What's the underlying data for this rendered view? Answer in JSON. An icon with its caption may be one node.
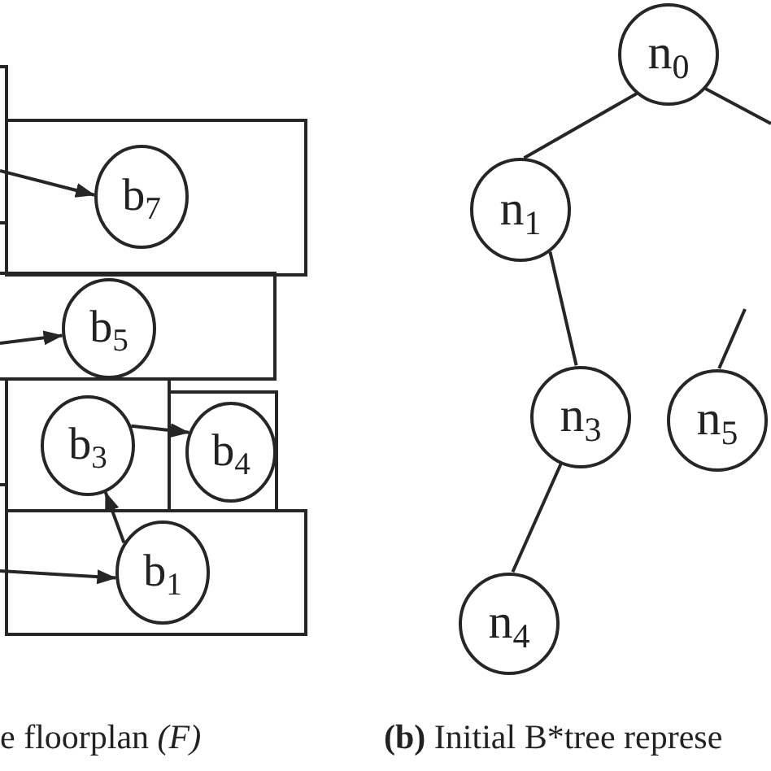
{
  "diagram": {
    "nodes": [
      {
        "text": [],
        "shape": "box"
      },
      {
        "text": [
          "b$_{7}$"
        ],
        "in": 0
      },
      {
        "text": [],
        "shape": "box"
      },
      {
        "text": [
          "b$_{5}$"
        ],
        "in": 2
      },
      {
        "text": [],
        "shape": "box"
      },
      {
        "text": [
          "b$_{3}$"
        ],
        "in": 4
      },
      {
        "text": [],
        "shape": "box"
      },
      {
        "text": [
          "b$_{4}$"
        ],
        "in": 6
      },
      {
        "text": [],
        "shape": "box"
      },
      {
        "text": [
          "b$_{1}$"
        ],
        "in": 8
      },
      {
        "text": [
          "n$_{0}$"
        ]
      },
      {
        "text": [
          "n$_{1}$"
        ]
      },
      {
        "text": [
          "n$_{3}$"
        ]
      },
      {
        "text": [
          "n$_{5}$"
        ]
      },
      {
        "text": [
          "n$_{4}$"
        ]
      }
    ],
    "edges": [
      {
        "from": null,
        "to": 1,
        "arrow": "to"
      },
      {
        "from": null,
        "to": 3,
        "arrow": "to"
      },
      {
        "from": null,
        "to": 9,
        "arrow": "to"
      },
      {
        "from": 9,
        "to": 5,
        "arrow": "to"
      },
      {
        "from": 5,
        "to": 7,
        "arrow": "to"
      },
      {
        "from": 10,
        "to": 11,
        "arrow": "none"
      },
      {
        "from": 10,
        "to": null,
        "arrow": "none"
      },
      {
        "from": 11,
        "to": 12,
        "arrow": "none"
      },
      {
        "from": 12,
        "to": 14,
        "arrow": "none"
      },
      {
        "from": 13,
        "to": null,
        "arrow": "none"
      }
    ],
    "labels": [
      "e floorplan *(F)*",
      "**(b)** Initial B*tree represe"
    ]
  }
}
